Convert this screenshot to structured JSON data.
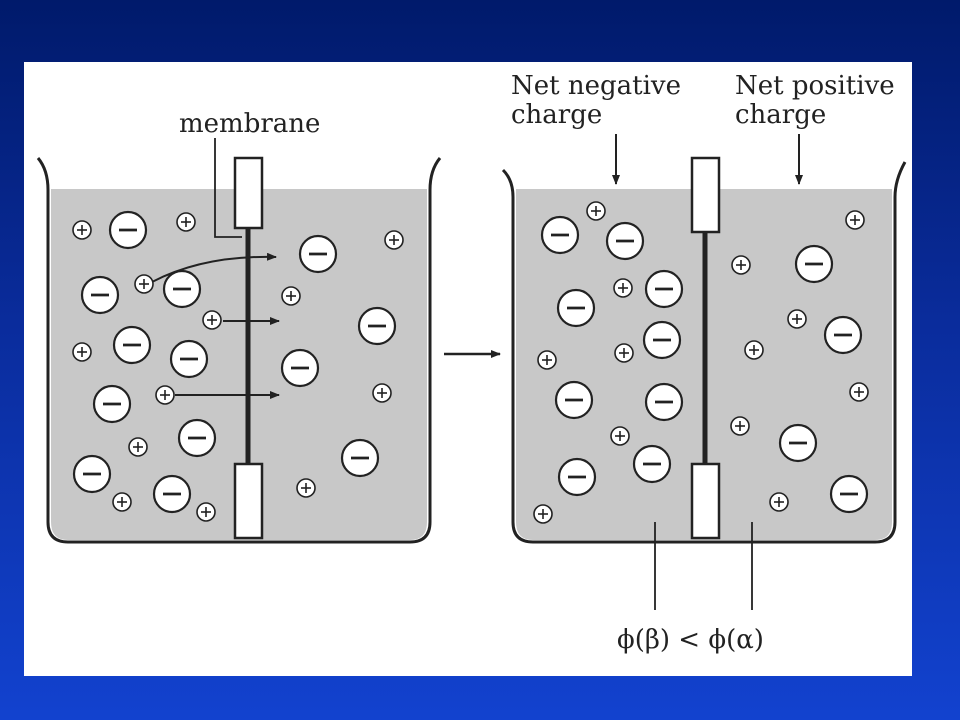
{
  "labels": {
    "membrane": "membrane",
    "net_negative": [
      "Net negative",
      "charge"
    ],
    "net_positive": [
      "Net positive",
      "charge"
    ],
    "potential_relation": "ϕ(β) < ϕ(α)"
  },
  "icons": {
    "cation": "plus-circle-icon",
    "anion": "minus-circle-icon",
    "process_arrow": "right-arrow-icon"
  },
  "colors": {
    "background_top": "#001a6b",
    "background_bottom": "#1242cf",
    "panel": "#ffffff",
    "solution": "#c8c8c8",
    "ink": "#222222"
  }
}
